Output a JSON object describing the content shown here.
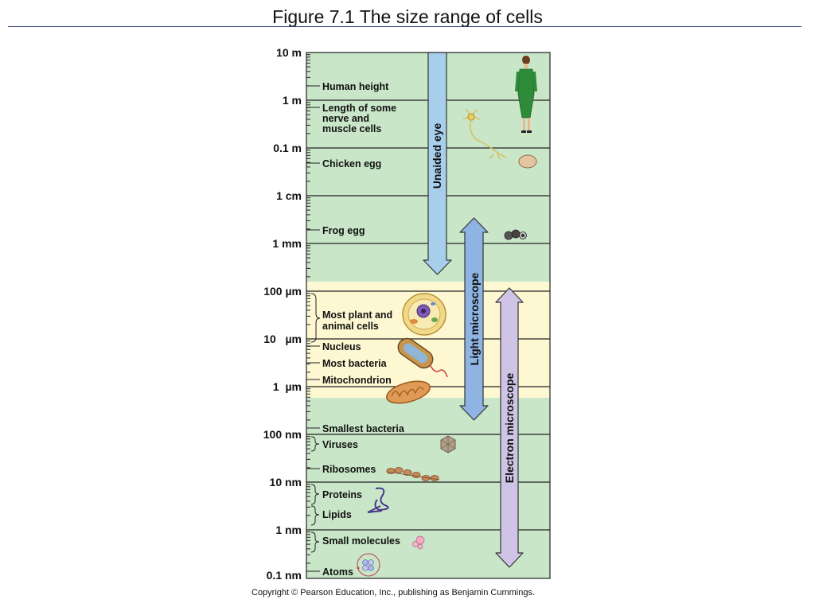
{
  "title": "Figure 7.1  The size range of cells",
  "copyright": "Copyright © Pearson Education, Inc., publishing as Benjamin Cummings.",
  "colors": {
    "panel_green": "#c9e6c9",
    "panel_yellow": "#fdf8d2",
    "unaided_arrow": "#a7cfec",
    "light_arrow": "#8fb4e3",
    "electron_arrow": "#cfc4e6"
  },
  "scale_labels": [
    "10 m",
    "1 m",
    "0.1 m",
    "1 cm",
    "1 mm",
    "100 µm",
    "10   µm",
    "1  µm",
    "100 nm",
    "10 nm",
    "1 nm",
    "0.1 nm"
  ],
  "items": {
    "human_height": "Human height",
    "nerve_line1": "Length of some",
    "nerve_line2": "nerve and",
    "nerve_line3": "muscle cells",
    "chicken_egg": "Chicken egg",
    "frog_egg": "Frog egg",
    "cells_line1": "Most plant and",
    "cells_line2": "animal cells",
    "nucleus": "Nucleus",
    "bacteria": "Most bacteria",
    "mitochondrion": "Mitochondrion",
    "smallest_bacteria": "Smallest bacteria",
    "viruses": "Viruses",
    "ribosomes": "Ribosomes",
    "proteins": "Proteins",
    "lipids": "Lipids",
    "small_molecules": "Small molecules",
    "atoms": "Atoms"
  },
  "arrows": {
    "unaided_eye": "Unaided eye",
    "light_microscope": "Light microscope",
    "electron_microscope": "Electron microscope"
  }
}
